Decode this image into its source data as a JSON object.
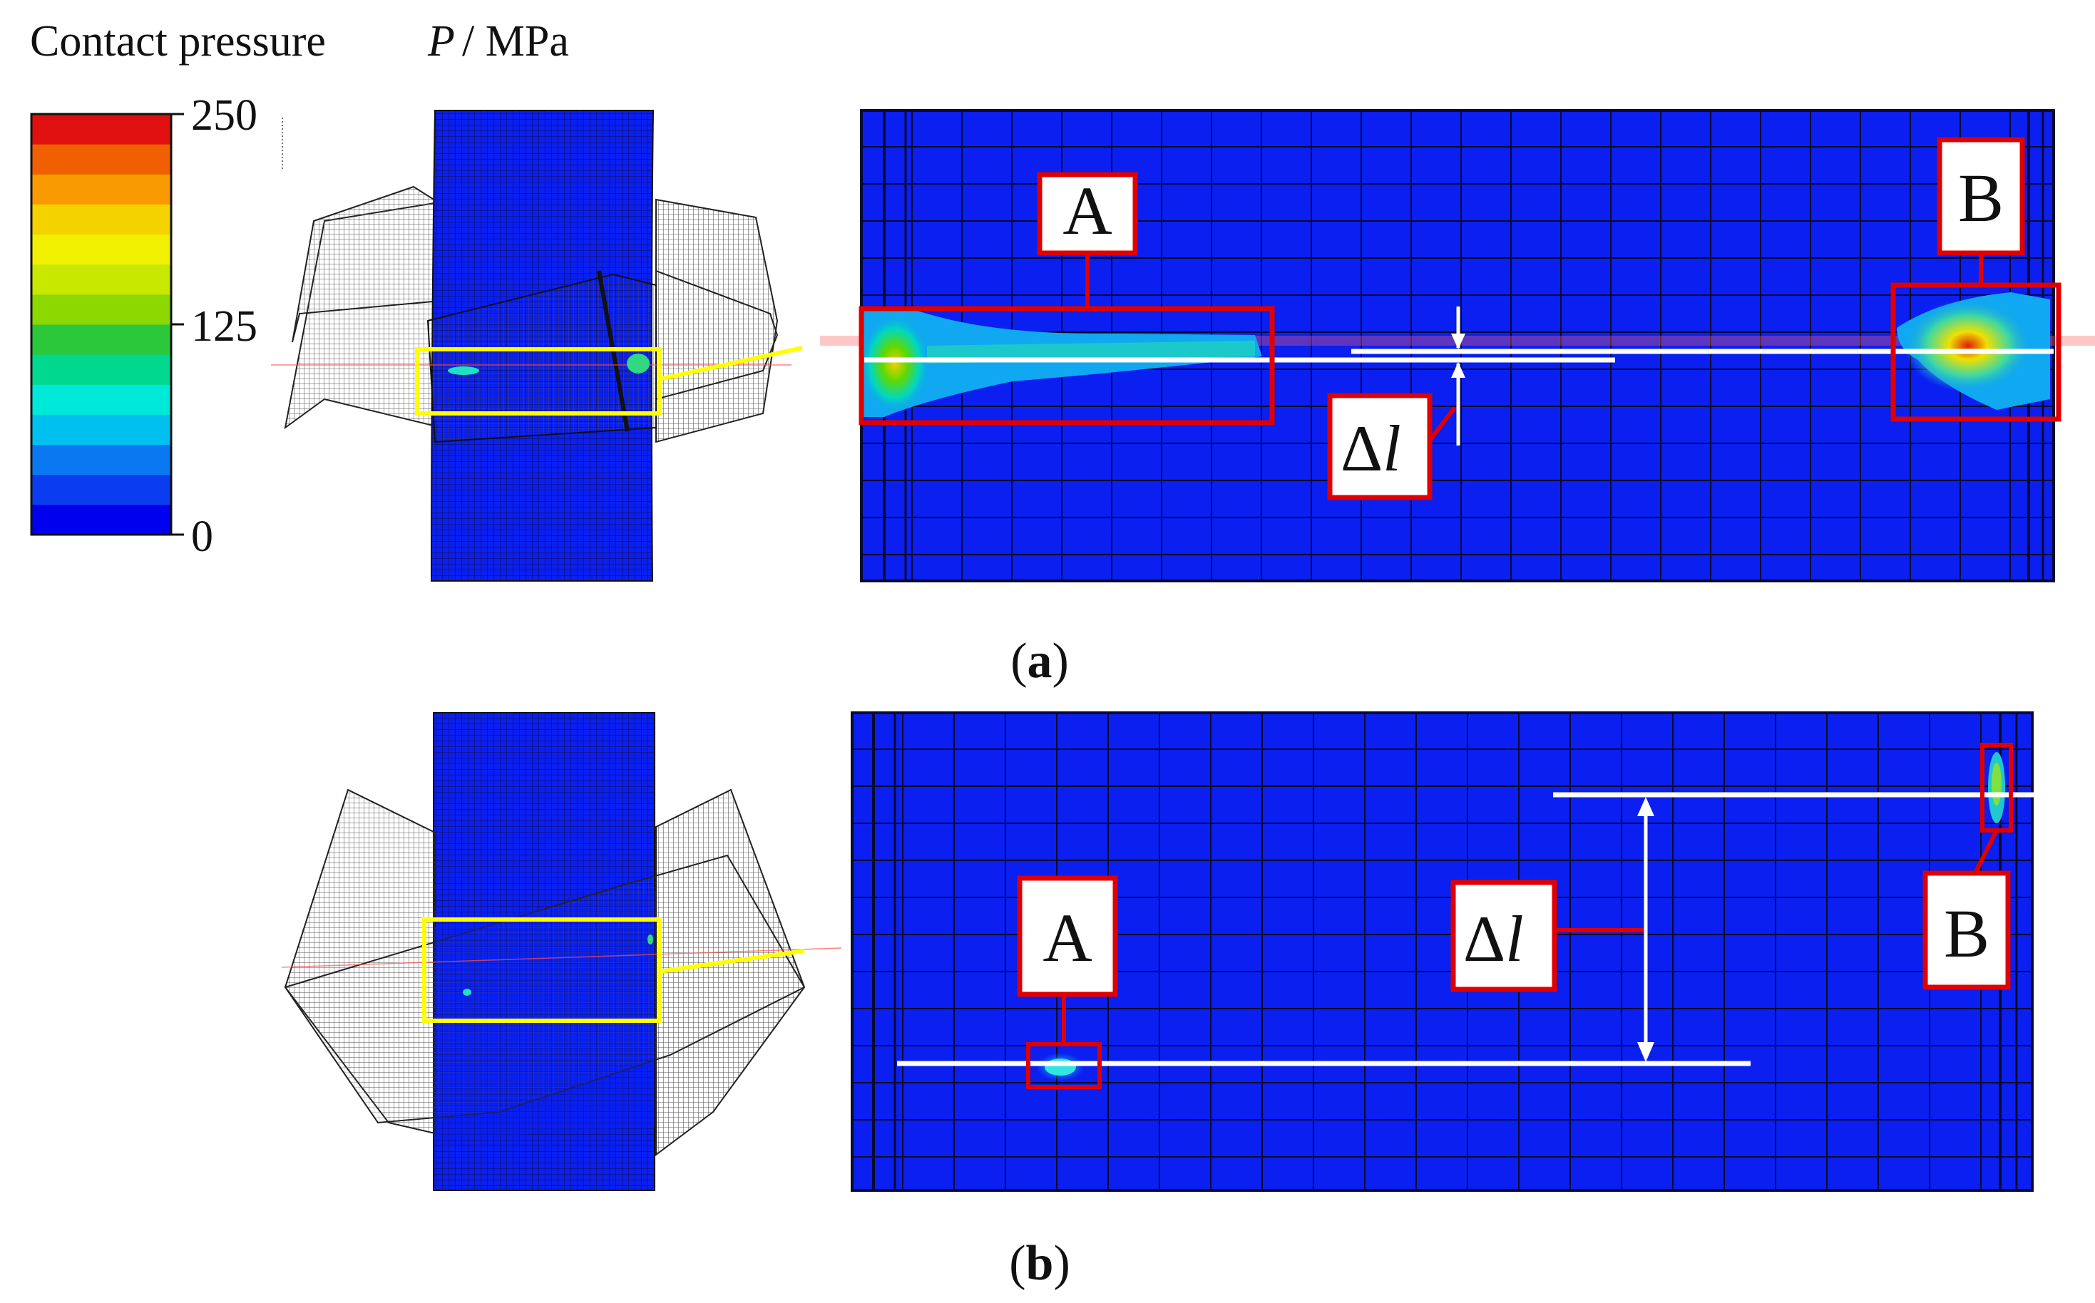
{
  "legend": {
    "title": "Contact pressure",
    "symbol": "P",
    "unit": "/ MPa",
    "ticks": [
      "250",
      "125",
      "0"
    ],
    "colors": [
      "#0000ee",
      "#0a3cf0",
      "#0a78f0",
      "#00c0f0",
      "#00e8d8",
      "#00d890",
      "#2cc83c",
      "#8cd800",
      "#c8e800",
      "#f0f000",
      "#f4d200",
      "#f89a00",
      "#f06000",
      "#e01010"
    ]
  },
  "panels": [
    {
      "caption": "a",
      "markers": {
        "a": "A",
        "b": "B",
        "delta": "Δ",
        "delta_var": "l"
      }
    },
    {
      "caption": "b",
      "markers": {
        "a": "A",
        "b": "B",
        "delta": "Δ",
        "delta_var": "l"
      }
    }
  ],
  "colors": {
    "mesh_blue": "#0a1ff0",
    "mesh_line": "#0a0a3a",
    "highlight_box": "#ffff00",
    "label_box": "#e00000",
    "dimension_line": "#ffffff"
  }
}
